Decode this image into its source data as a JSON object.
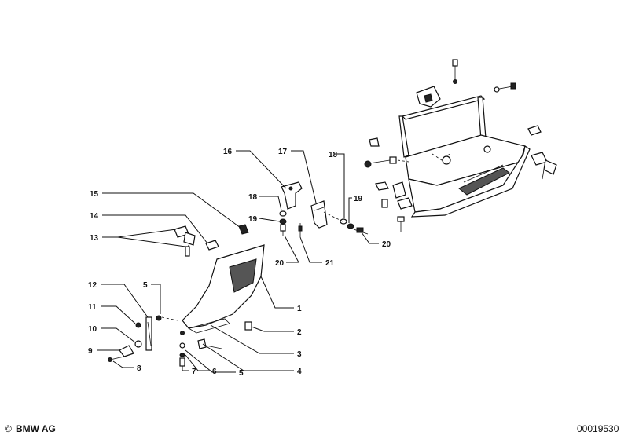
{
  "labels": {
    "l1": "1",
    "l2": "2",
    "l3": "3",
    "l4": "4",
    "l5a": "5",
    "l5b": "5",
    "l6": "6",
    "l7": "7",
    "l8": "8",
    "l9": "9",
    "l10": "10",
    "l11": "11",
    "l12": "12",
    "l13": "13",
    "l14": "14",
    "l15": "15",
    "l16": "16",
    "l17": "17",
    "l18a": "18",
    "l18b": "18",
    "l19a": "19",
    "l19b": "19",
    "l20a": "20",
    "l20b": "20",
    "l21": "21"
  },
  "footer": {
    "copyright_symbol": "©",
    "brand": "BMW AG",
    "image_number": "00019530"
  }
}
